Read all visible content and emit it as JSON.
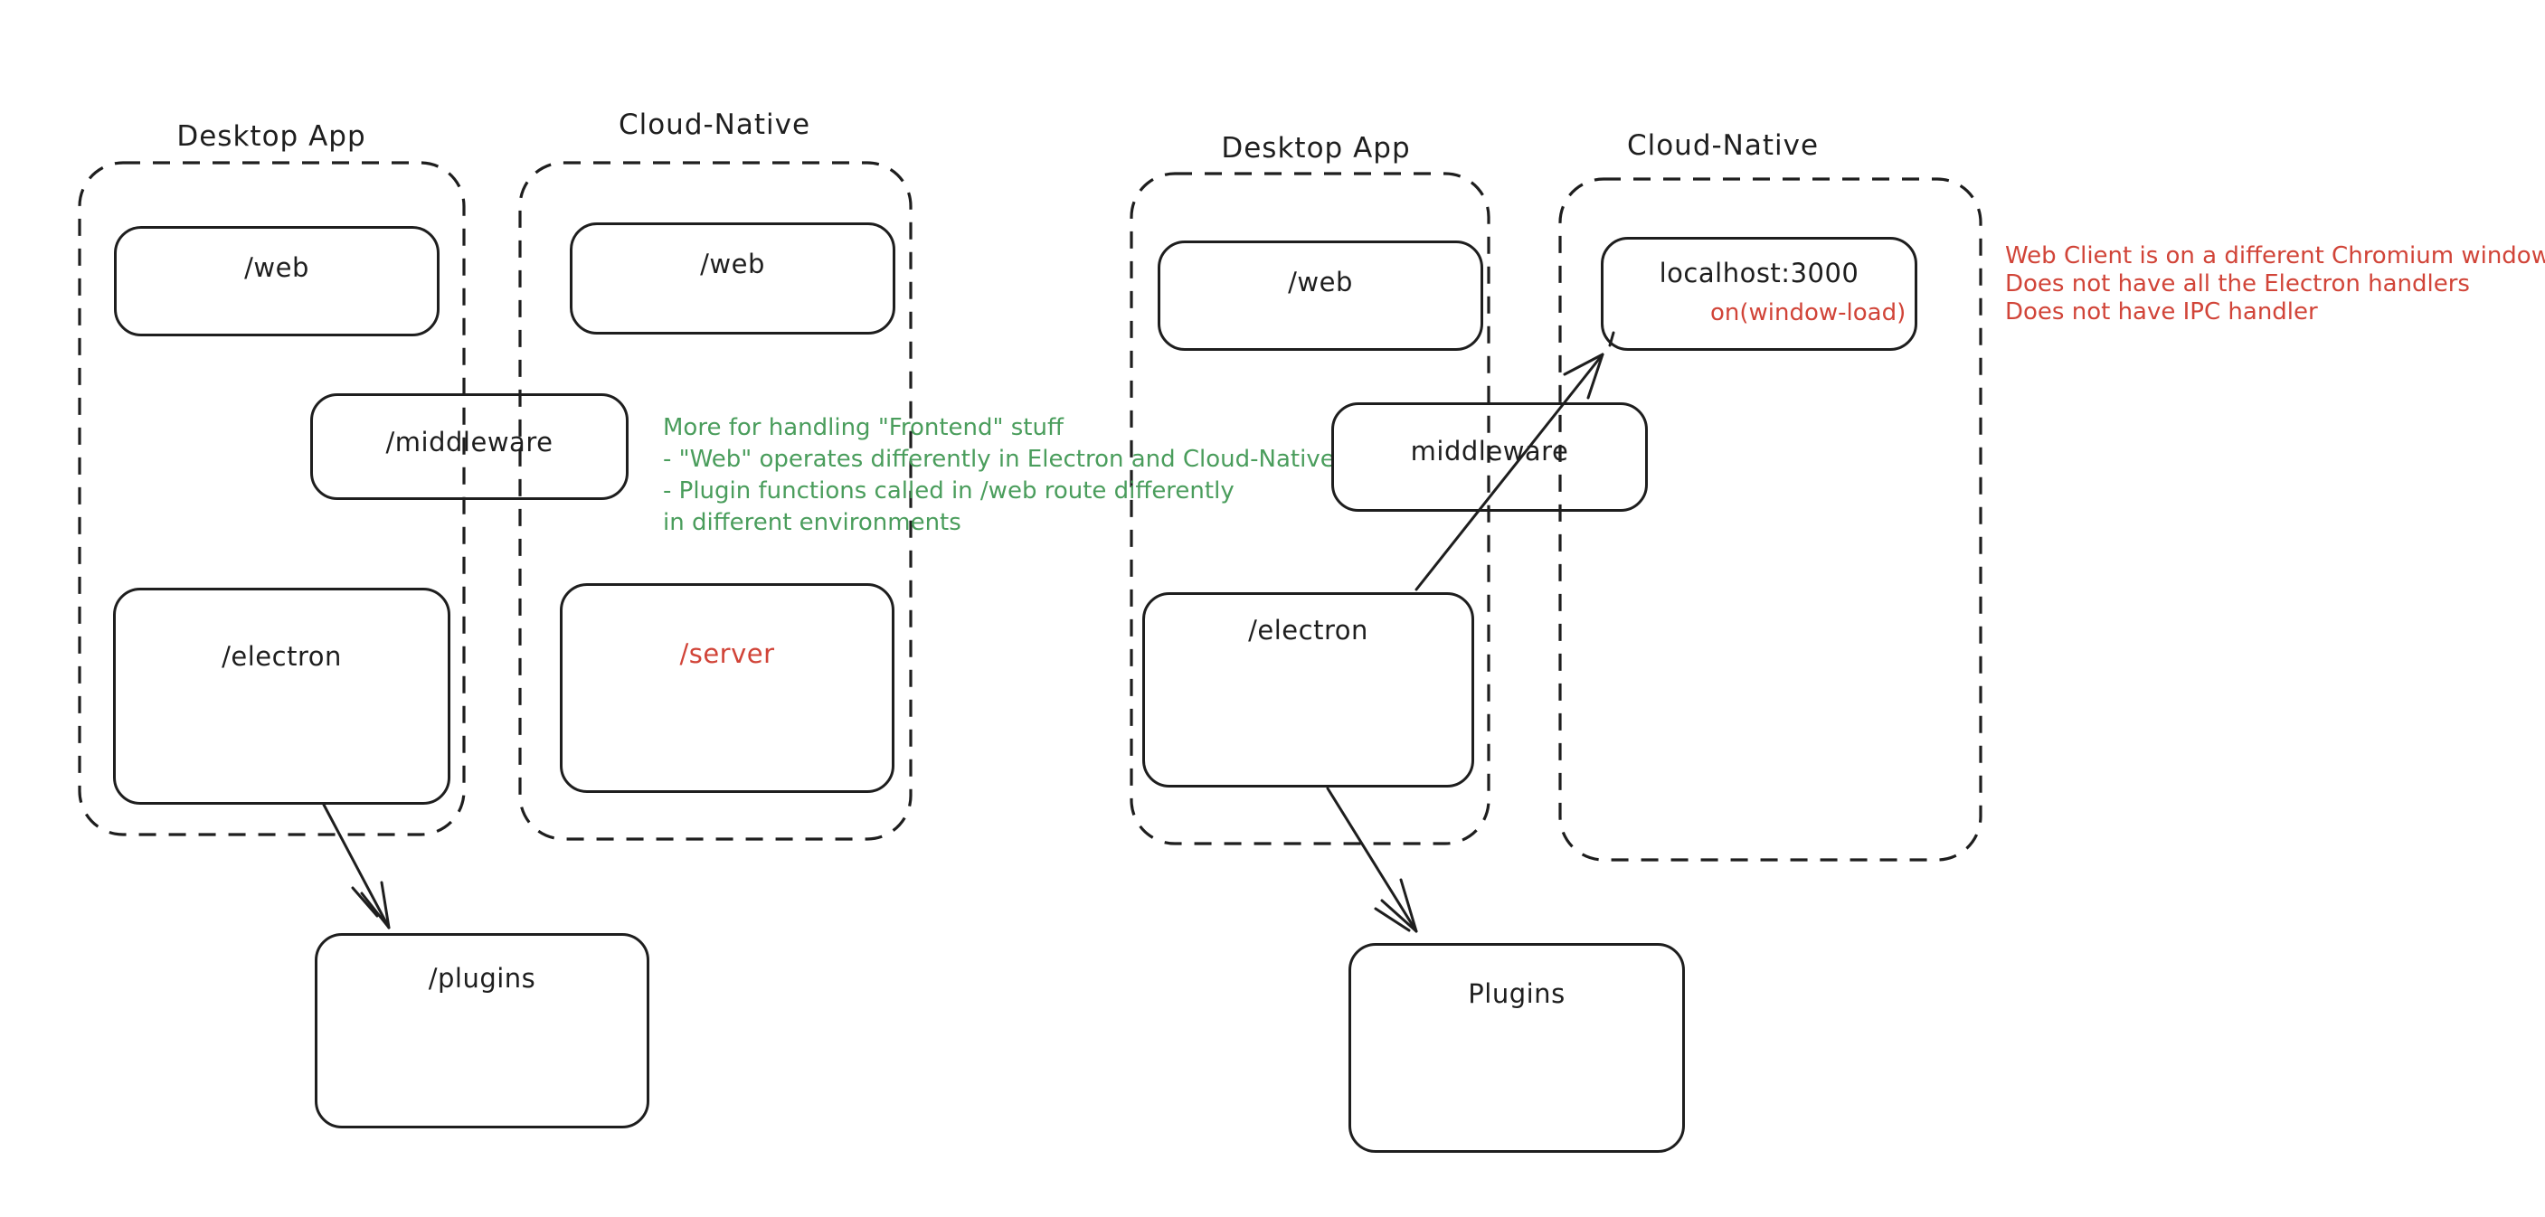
{
  "app": {
    "type": "hand-drawn architecture diagram canvas",
    "background": "#ffffff"
  },
  "colors": {
    "stroke": "#1e1e1e",
    "annotation_green": "#4a9d5c",
    "annotation_red": "#d14438"
  },
  "diagram_left": {
    "desktop_group_label": "Desktop App",
    "cloud_group_label": "Cloud-Native",
    "nodes": {
      "web_desktop": "/web",
      "web_cloud": "/web",
      "middleware": "/middleware",
      "electron": "/electron",
      "server": "/server",
      "plugins": "/plugins"
    },
    "annotation": {
      "color": "#4a9d5c",
      "lines": [
        "More for handling \"Frontend\" stuff",
        "- \"Web\" operates differently in Electron and Cloud-Native",
        "- Plugin functions called in /web route differently",
        "in different environments"
      ]
    },
    "arrows": [
      {
        "from": "electron",
        "to": "plugins"
      }
    ]
  },
  "diagram_right": {
    "desktop_group_label": "Desktop App",
    "cloud_group_label": "Cloud-Native",
    "nodes": {
      "web_desktop": "/web",
      "localhost": "localhost:3000",
      "localhost_event": "on(window-load)",
      "middleware": "middleware",
      "electron": "/electron",
      "plugins": "Plugins"
    },
    "annotation": {
      "color": "#d14438",
      "lines": [
        "Web Client is on a different Chromium window",
        "Does not have all the Electron handlers",
        "Does not have IPC handler"
      ]
    },
    "arrows": [
      {
        "from": "electron",
        "to": "localhost",
        "through": "middleware"
      },
      {
        "from": "electron",
        "to": "plugins"
      }
    ]
  }
}
